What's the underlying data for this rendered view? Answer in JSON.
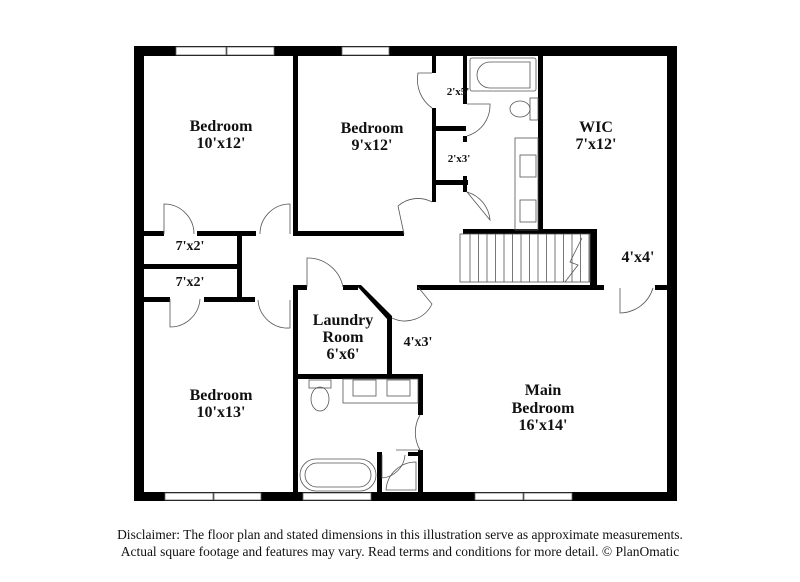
{
  "rooms": {
    "bedroom_nw": {
      "name": "Bedroom",
      "size": "10'x12'"
    },
    "bedroom_n": {
      "name": "Bedroom",
      "size": "9'x12'"
    },
    "wic": {
      "name": "WIC",
      "size": "7'x12'"
    },
    "closet_4x4": {
      "size": "4'x4'"
    },
    "closet_2x5": {
      "size": "2'x5'"
    },
    "closet_2x3": {
      "size": "2'x3'"
    },
    "closet_7x2_a": {
      "size": "7'x2'"
    },
    "closet_7x2_b": {
      "size": "7'x2'"
    },
    "laundry": {
      "name_line1": "Laundry",
      "name_line2": "Room",
      "size": "6'x6'"
    },
    "closet_4x3": {
      "size": "4'x3'"
    },
    "bedroom_sw": {
      "name": "Bedroom",
      "size": "10'x13'"
    },
    "main_bedroom": {
      "name_line1": "Main",
      "name_line2": "Bedroom",
      "size": "16'x14'"
    }
  },
  "disclaimer": {
    "line1": "Disclaimer: The floor plan and stated dimensions in this illustration serve as approximate measurements.",
    "line2": "Actual square footage and features may vary. Read terms and conditions for more detail. © PlanOmatic"
  }
}
